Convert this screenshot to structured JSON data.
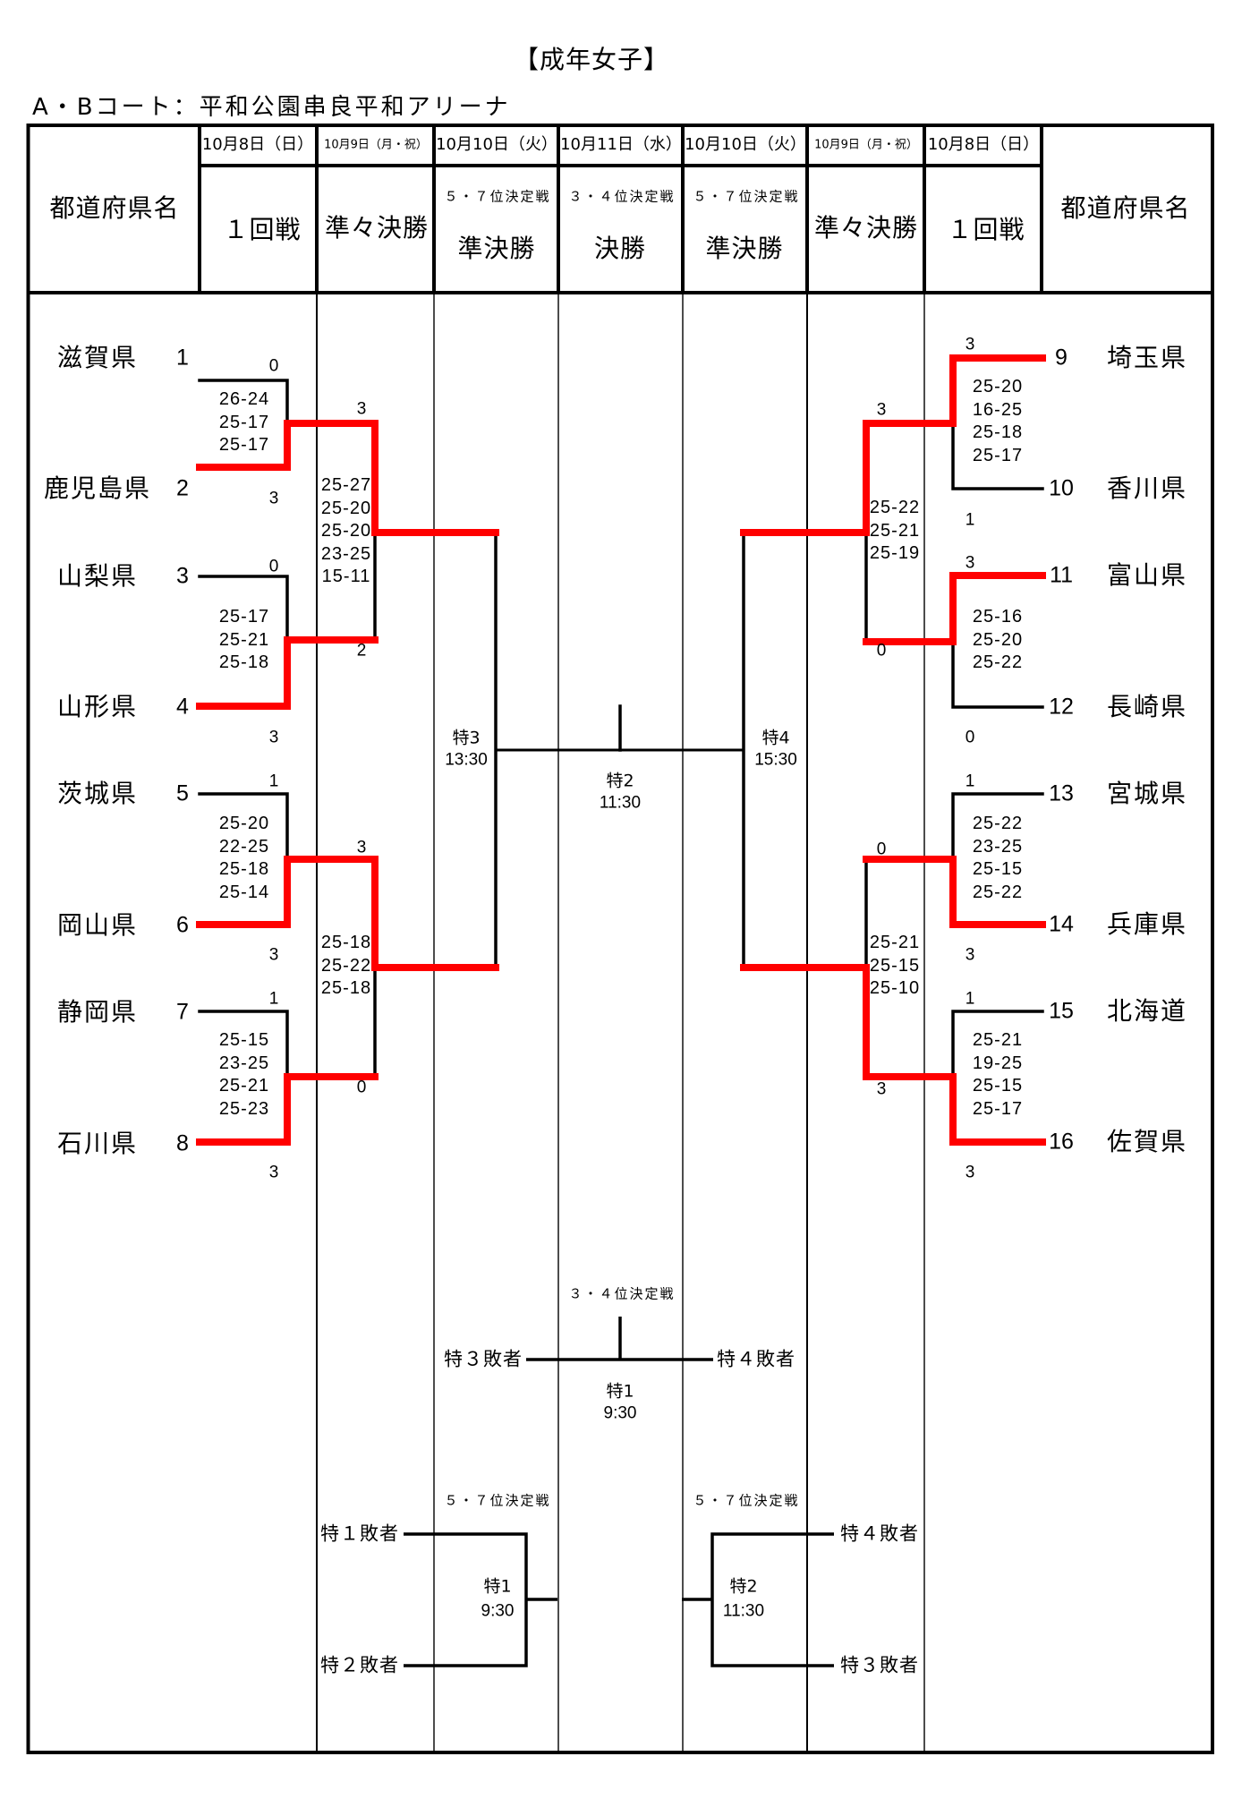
{
  "title": "【成年女子】",
  "venue": "A・Bコート：平和公園串良平和アリーナ",
  "colors": {
    "winner_line": "#ff0000",
    "line": "#000000"
  },
  "header": {
    "columns": [
      {
        "round": "都道府県名"
      },
      {
        "date": "10月8日（日）",
        "round": "１回戦"
      },
      {
        "date": "10月9日（月・祝）",
        "round": "準々決勝"
      },
      {
        "date": "10月10日（火）",
        "sub": "５・７位決定戦",
        "round": "準決勝"
      },
      {
        "date": "10月11日（水）",
        "sub": "３・４位決定戦",
        "round": "決勝"
      },
      {
        "date": "10月10日（火）",
        "sub": "５・７位決定戦",
        "round": "準決勝"
      },
      {
        "date": "10月9日（月・祝）",
        "round": "準々決勝"
      },
      {
        "date": "10月8日（日）",
        "round": "１回戦"
      },
      {
        "round": "都道府県名"
      }
    ]
  },
  "left": {
    "teams": [
      {
        "seed": "1",
        "name": "滋賀県"
      },
      {
        "seed": "2",
        "name": "鹿児島県"
      },
      {
        "seed": "3",
        "name": "山梨県"
      },
      {
        "seed": "4",
        "name": "山形県"
      },
      {
        "seed": "5",
        "name": "茨城県"
      },
      {
        "seed": "6",
        "name": "岡山県"
      },
      {
        "seed": "7",
        "name": "静岡県"
      },
      {
        "seed": "8",
        "name": "石川県"
      }
    ],
    "round1": [
      {
        "scores": [
          "0",
          "3"
        ],
        "sets": [
          "26-24",
          "25-17",
          "25-17"
        ],
        "winner": 1
      },
      {
        "scores": [
          "0",
          "3"
        ],
        "sets": [
          "25-17",
          "25-21",
          "25-18"
        ],
        "winner": 1
      },
      {
        "scores": [
          "1",
          "3"
        ],
        "sets": [
          "25-20",
          "22-25",
          "25-18",
          "25-14"
        ],
        "winner": 1
      },
      {
        "scores": [
          "1",
          "3"
        ],
        "sets": [
          "25-15",
          "23-25",
          "25-21",
          "25-23"
        ],
        "winner": 1
      }
    ],
    "quarterfinals": [
      {
        "scores": [
          "3",
          "2"
        ],
        "sets": [
          "25-27",
          "25-20",
          "25-20",
          "23-25",
          "15-11"
        ],
        "winner": 0
      },
      {
        "scores": [
          "3",
          "0"
        ],
        "sets": [
          "25-18",
          "25-22",
          "25-18"
        ],
        "winner": 0
      }
    ],
    "semifinal": {
      "match": "特3",
      "time": "13:30"
    }
  },
  "right": {
    "teams": [
      {
        "seed": "9",
        "name": "埼玉県"
      },
      {
        "seed": "10",
        "name": "香川県"
      },
      {
        "seed": "11",
        "name": "富山県"
      },
      {
        "seed": "12",
        "name": "長崎県"
      },
      {
        "seed": "13",
        "name": "宮城県"
      },
      {
        "seed": "14",
        "name": "兵庫県"
      },
      {
        "seed": "15",
        "name": "北海道"
      },
      {
        "seed": "16",
        "name": "佐賀県"
      }
    ],
    "round1": [
      {
        "scores": [
          "3",
          "1"
        ],
        "sets": [
          "25-20",
          "16-25",
          "25-18",
          "25-17"
        ],
        "winner": 0
      },
      {
        "scores": [
          "3",
          "0"
        ],
        "sets": [
          "25-16",
          "25-20",
          "25-22"
        ],
        "winner": 0
      },
      {
        "scores": [
          "1",
          "3"
        ],
        "sets": [
          "25-22",
          "23-25",
          "25-15",
          "25-22"
        ],
        "winner": 1
      },
      {
        "scores": [
          "1",
          "3"
        ],
        "sets": [
          "25-21",
          "19-25",
          "25-15",
          "25-17"
        ],
        "winner": 1
      }
    ],
    "quarterfinals": [
      {
        "scores": [
          "3",
          "0"
        ],
        "sets": [
          "25-22",
          "25-21",
          "25-19"
        ],
        "winner": 0
      },
      {
        "scores": [
          "0",
          "3"
        ],
        "sets": [
          "25-21",
          "25-15",
          "25-10"
        ],
        "winner": 1
      }
    ],
    "semifinal": {
      "match": "特4",
      "time": "15:30"
    }
  },
  "final": {
    "match": "特2",
    "time": "11:30"
  },
  "third_place": {
    "label": "３・４位決定戦",
    "match": "特1",
    "time": "9:30",
    "entrants": [
      "特３敗者",
      "特４敗者"
    ]
  },
  "fifth_to_seventh": [
    {
      "label": "５・７位決定戦",
      "match": "特1",
      "time": "9:30",
      "entrants": [
        "特１敗者",
        "特２敗者"
      ]
    },
    {
      "label": "５・７位決定戦",
      "match": "特2",
      "time": "11:30",
      "entrants": [
        "特４敗者",
        "特３敗者"
      ]
    }
  ]
}
